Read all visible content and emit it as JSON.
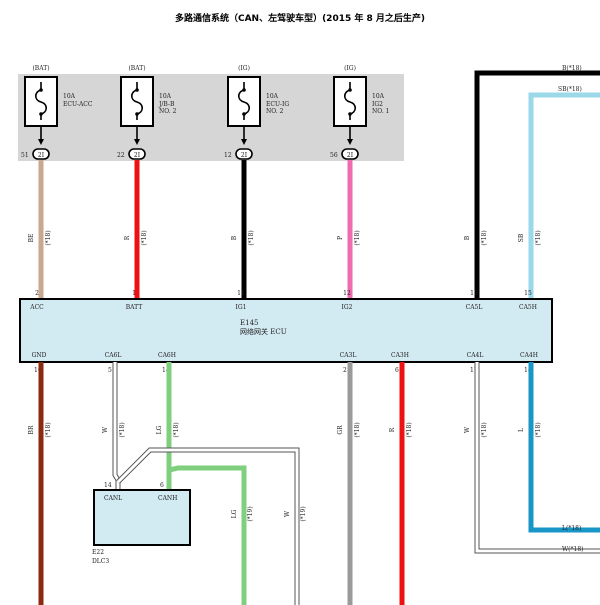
{
  "page": {
    "title": "多路通信系统（CAN、左驾驶车型）(2015 年 8 月之后生产)"
  },
  "fuses": [
    {
      "id": "fuse-1",
      "source": "(BAT)",
      "rating": "10A",
      "name_lines": [
        "ECU-ACC"
      ],
      "pin": "51",
      "connector": "2I"
    },
    {
      "id": "fuse-2",
      "source": "(BAT)",
      "rating": "10A",
      "name_lines": [
        "J/B-B",
        "NO. 2"
      ],
      "pin": "22",
      "connector": "2I"
    },
    {
      "id": "fuse-3",
      "source": "(IG)",
      "rating": "10A",
      "name_lines": [
        "ECU-IG",
        "NO. 2"
      ],
      "pin": "12",
      "connector": "2I"
    },
    {
      "id": "fuse-4",
      "source": "(IG)",
      "rating": "10A",
      "name_lines": [
        "IG2",
        "NO. 1"
      ],
      "pin": "56",
      "connector": "2I"
    }
  ],
  "ecu": {
    "code": "E145",
    "name": "网络网关 ECU",
    "top_pins": [
      {
        "num": "2",
        "label": "ACC"
      },
      {
        "num": "1",
        "label": "BATT"
      },
      {
        "num": "11",
        "label": "IG1"
      },
      {
        "num": "12",
        "label": "IG2"
      },
      {
        "num": "16",
        "label": "CA5L"
      },
      {
        "num": "15",
        "label": "CA5H"
      }
    ],
    "bottom_pins": [
      {
        "num": "10",
        "label": "GND"
      },
      {
        "num": "5",
        "label": "CA6L"
      },
      {
        "num": "14",
        "label": "CA6H"
      },
      {
        "num": "21",
        "label": "CA3L"
      },
      {
        "num": "6",
        "label": "CA3H"
      },
      {
        "num": "17",
        "label": "CA4L"
      },
      {
        "num": "18",
        "label": "CA4H"
      }
    ]
  },
  "wires_top": [
    {
      "color_code": "BE",
      "gauge": "(*18)",
      "hex": "#c8a990"
    },
    {
      "color_code": "R",
      "gauge": "(*18)",
      "hex": "#ee1111"
    },
    {
      "color_code": "B",
      "gauge": "(*18)",
      "hex": "#000000"
    },
    {
      "color_code": "P",
      "gauge": "(*18)",
      "hex": "#f06ab0"
    },
    {
      "color_code": "B",
      "gauge": "(*18)",
      "hex": "#000000"
    },
    {
      "color_code": "SB",
      "gauge": "(*18)",
      "hex": "#9ad8ea"
    }
  ],
  "wires_bottom": [
    {
      "color_code": "BR",
      "gauge": "(*18)",
      "hex": "#8b2a10"
    },
    {
      "color_code": "W",
      "gauge": "(*18)",
      "hex": "#ffffff"
    },
    {
      "color_code": "LG",
      "gauge": "(*18)",
      "hex": "#7fcf7f"
    },
    {
      "color_code": "GR",
      "gauge": "(*18)",
      "hex": "#9a9a9a"
    },
    {
      "color_code": "R",
      "gauge": "(*18)",
      "hex": "#ee1111"
    },
    {
      "color_code": "W",
      "gauge": "(*18)",
      "hex": "#ffffff"
    },
    {
      "color_code": "L",
      "gauge": "(*18)",
      "hex": "#1896c8"
    }
  ],
  "offpage_labels": {
    "b_top": "B(*18)",
    "sb_top": "SB(*18)",
    "l_bottom": "L(*18)",
    "w_bottom": "W(*18)"
  },
  "dlc3": {
    "code": "E22",
    "name": "DLC3",
    "pin_canl": "14",
    "label_canl": "CANL",
    "pin_canh": "6",
    "label_canh": "CANH"
  },
  "dlc_wires": [
    {
      "color_code": "LG",
      "gauge": "(*19)"
    },
    {
      "color_code": "W",
      "gauge": "(*19)"
    }
  ],
  "colors": {
    "fuse_panel_bg": "#d6d6d6",
    "ecu_fill": "#d2eaf2",
    "dlc_fill": "#d2eaf2"
  }
}
